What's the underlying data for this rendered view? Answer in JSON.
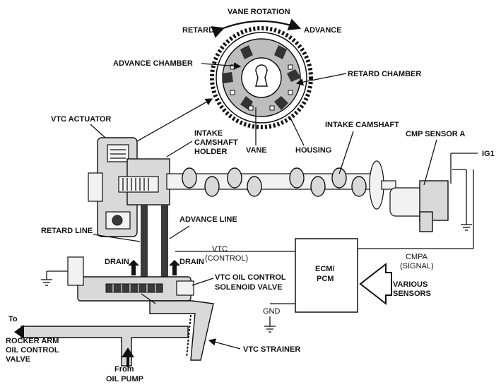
{
  "labels": {
    "vane_rotation": "VANE ROTATION",
    "retard": "RETARD",
    "advance": "ADVANCE",
    "advance_chamber": "ADVANCE CHAMBER",
    "retard_chamber": "RETARD CHAMBER",
    "vtc_actuator": "VTC ACTUATOR",
    "intake_camshaft_holder_1": "INTAKE",
    "intake_camshaft_holder_2": "CAMSHAFT",
    "intake_camshaft_holder_3": "HOLDER",
    "vane": "VANE",
    "housing": "HOUSING",
    "intake_camshaft": "INTAKE CAMSHAFT",
    "cmp_sensor_a": "CMP SENSOR A",
    "ig1": "IG1",
    "retard_line": "RETARD LINE",
    "advance_line": "ADVANCE LINE",
    "vtc_control_1": "VTC",
    "vtc_control_2": "(CONTROL)",
    "drain_left": "DRAIN",
    "drain_right": "DRAIN",
    "ecm_pcm_1": "ECM/",
    "ecm_pcm_2": "PCM",
    "cmpa_1": "CMPA",
    "cmpa_2": "(SIGNAL)",
    "solenoid_1": "VTC OIL CONTROL",
    "solenoid_2": "SOLENOID VALVE",
    "various_sensors_1": "VARIOUS",
    "various_sensors_2": "SENSORS",
    "gnd": "GND",
    "rocker_1": "To",
    "rocker_2": "ROCKER ARM",
    "rocker_3": "OIL CONTROL",
    "rocker_4": "VALVE",
    "vtc_strainer": "VTC STRAINER",
    "pump_1": "From",
    "pump_2": "OIL PUMP"
  }
}
